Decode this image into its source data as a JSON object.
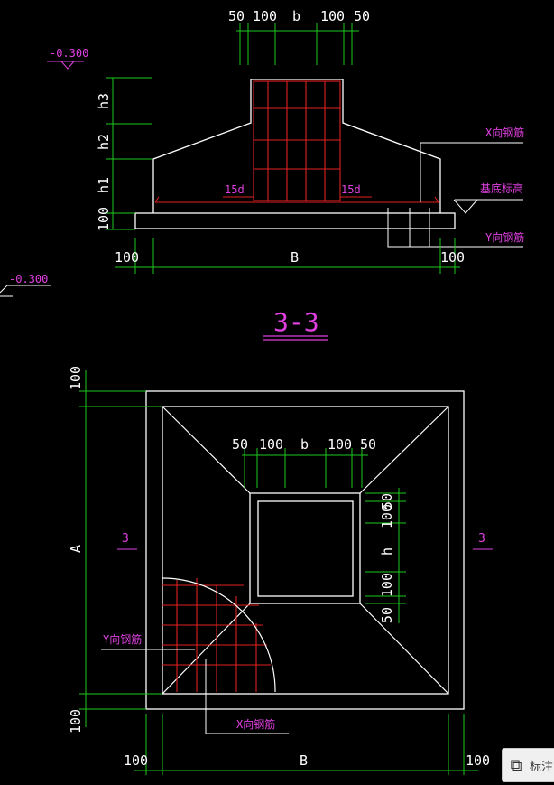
{
  "section": {
    "elevation_top": "-0.300",
    "elevation_left": "-0.300",
    "top_dims": [
      "50",
      "100",
      "b",
      "100",
      "50"
    ],
    "h_labels": [
      "h3",
      "h2",
      "h1",
      "100"
    ],
    "anchor_left": "15d",
    "anchor_right": "15d",
    "x_rebar": "X向钢筋",
    "base_level": "基底标高",
    "y_rebar": "Y向钢筋",
    "bottom_left": "100",
    "bottom_mid": "B",
    "bottom_right": "100"
  },
  "section_title": "3-3",
  "plan": {
    "top_dims": [
      "50",
      "100",
      "b",
      "100",
      "50"
    ],
    "right_dims": [
      "50",
      "100",
      "h",
      "100",
      "50"
    ],
    "left_dims": [
      "100",
      "A",
      "100"
    ],
    "cut_left": "3",
    "cut_right": "3",
    "y_rebar": "Y向钢筋",
    "x_rebar": "X向钢筋",
    "bottom_left": "100",
    "bottom_mid": "B",
    "bottom_right": "100"
  },
  "badge": {
    "icon": "grid-icon",
    "label": "标注"
  }
}
